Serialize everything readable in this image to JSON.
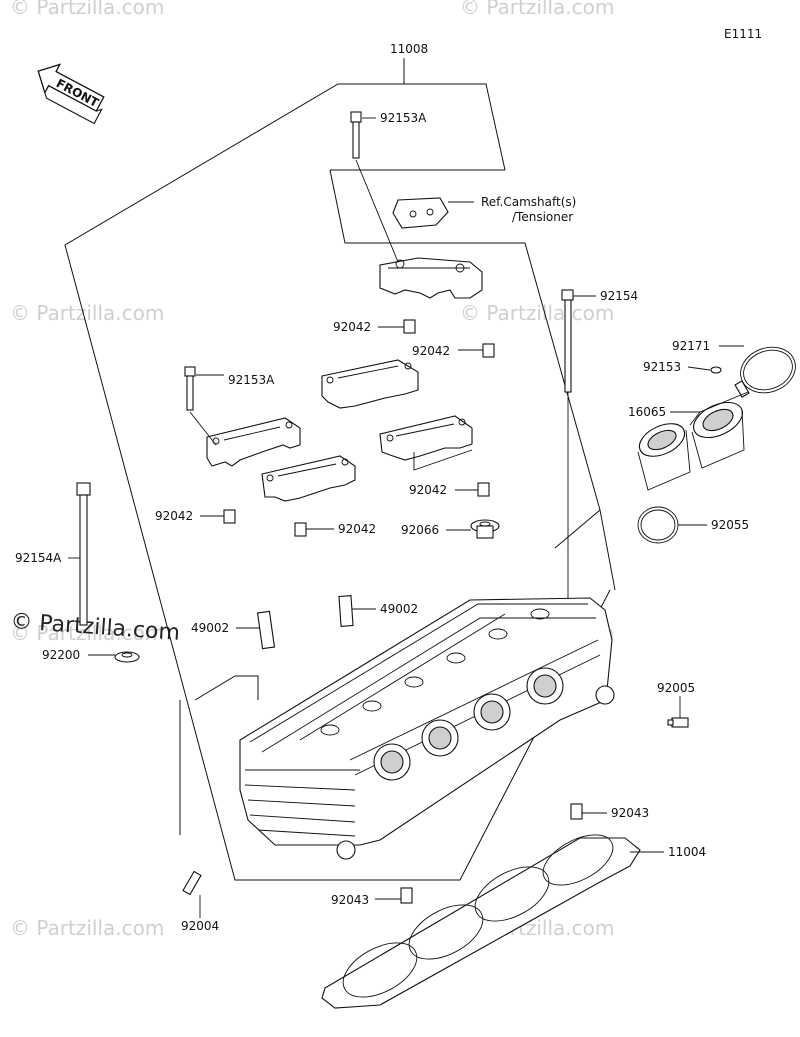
{
  "diagram_code": "E1111",
  "watermark": "© Partzilla.com",
  "front_label": "FRONT",
  "ref_note": {
    "line1": "Ref.Camshaft(s)",
    "line2": "/Tensioner"
  },
  "parts": [
    {
      "id": "p11008",
      "number": "11008"
    },
    {
      "id": "p92153A_top",
      "number": "92153A"
    },
    {
      "id": "p92153A_left",
      "number": "92153A"
    },
    {
      "id": "p92154",
      "number": "92154"
    },
    {
      "id": "p92171",
      "number": "92171"
    },
    {
      "id": "p92153",
      "number": "92153"
    },
    {
      "id": "p16065",
      "number": "16065"
    },
    {
      "id": "p92042_a",
      "number": "92042"
    },
    {
      "id": "p92042_b",
      "number": "92042"
    },
    {
      "id": "p92042_c",
      "number": "92042"
    },
    {
      "id": "p92042_d",
      "number": "92042"
    },
    {
      "id": "p92042_e",
      "number": "92042"
    },
    {
      "id": "p92066",
      "number": "92066"
    },
    {
      "id": "p92055",
      "number": "92055"
    },
    {
      "id": "p92154A",
      "number": "92154A"
    },
    {
      "id": "p49002_left",
      "number": "49002"
    },
    {
      "id": "p49002_right",
      "number": "49002"
    },
    {
      "id": "p92200",
      "number": "92200"
    },
    {
      "id": "p92005",
      "number": "92005"
    },
    {
      "id": "p92043_right",
      "number": "92043"
    },
    {
      "id": "p11004",
      "number": "11004"
    },
    {
      "id": "p92043_bottom",
      "number": "92043"
    },
    {
      "id": "p92004",
      "number": "92004"
    }
  ]
}
